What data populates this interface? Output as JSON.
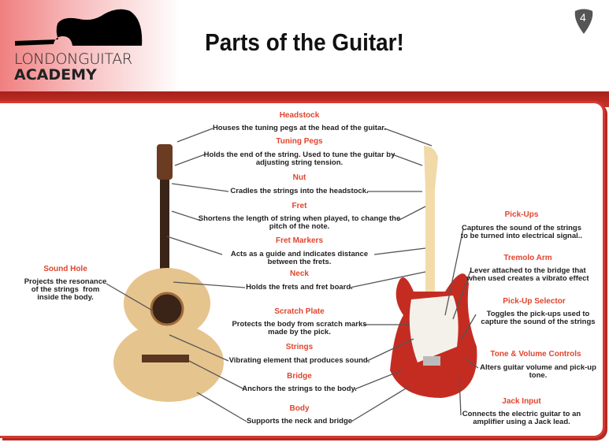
{
  "logo": {
    "line1": "LONDONGUITAR",
    "line2": "ACADEMY"
  },
  "title": "Parts of the Guitar!",
  "page_number": "4",
  "colors": {
    "accent": "#e0452e",
    "band": "#c8342a"
  },
  "center_parts": [
    {
      "name": "Headstock",
      "desc": "Houses the tuning pegs at the head of the guitar."
    },
    {
      "name": "Tuning Pegs",
      "desc": "Holds the end of the string. Used to tune the guitar by\nadjusting string tension."
    },
    {
      "name": "Nut",
      "desc": "Cradles the strings into the headstock."
    },
    {
      "name": "Fret",
      "desc": "Shortens the length of string when played, to change the\npitch of the note."
    },
    {
      "name": "Fret Markers",
      "desc": "Acts as a guide and indicates distance\nbetween the frets."
    },
    {
      "name": "Neck",
      "desc": "Holds the frets and fret board."
    },
    {
      "name": "Scratch Plate",
      "desc": "Protects the body from scratch marks\nmade by the pick."
    },
    {
      "name": "Strings",
      "desc": "Vibrating element that produces sound."
    },
    {
      "name": "Bridge",
      "desc": "Anchors the strings to the body."
    },
    {
      "name": "Body",
      "desc": "Supports the neck and bridge"
    }
  ],
  "left_parts": [
    {
      "name": "Sound Hole",
      "desc": "Projects the resonance\nof the strings  from\ninside the body."
    }
  ],
  "right_parts": [
    {
      "name": "Pick-Ups",
      "desc": "Captures the sound of the strings\nto be turned into electrical signal.."
    },
    {
      "name": "Tremolo Arm",
      "desc": "Lever attached to the bridge that\nwhen used creates a vibrato effect"
    },
    {
      "name": "Pick-Up Selector",
      "desc": "Toggles the pick-ups used to\ncapture the sound of the strings"
    },
    {
      "name": "Tone & Volume Controls",
      "desc": "Alters guitar volume and pick-up\ntone."
    },
    {
      "name": "Jack Input",
      "desc": "Connects the electric guitar to an\namplifier using a Jack lead."
    }
  ]
}
